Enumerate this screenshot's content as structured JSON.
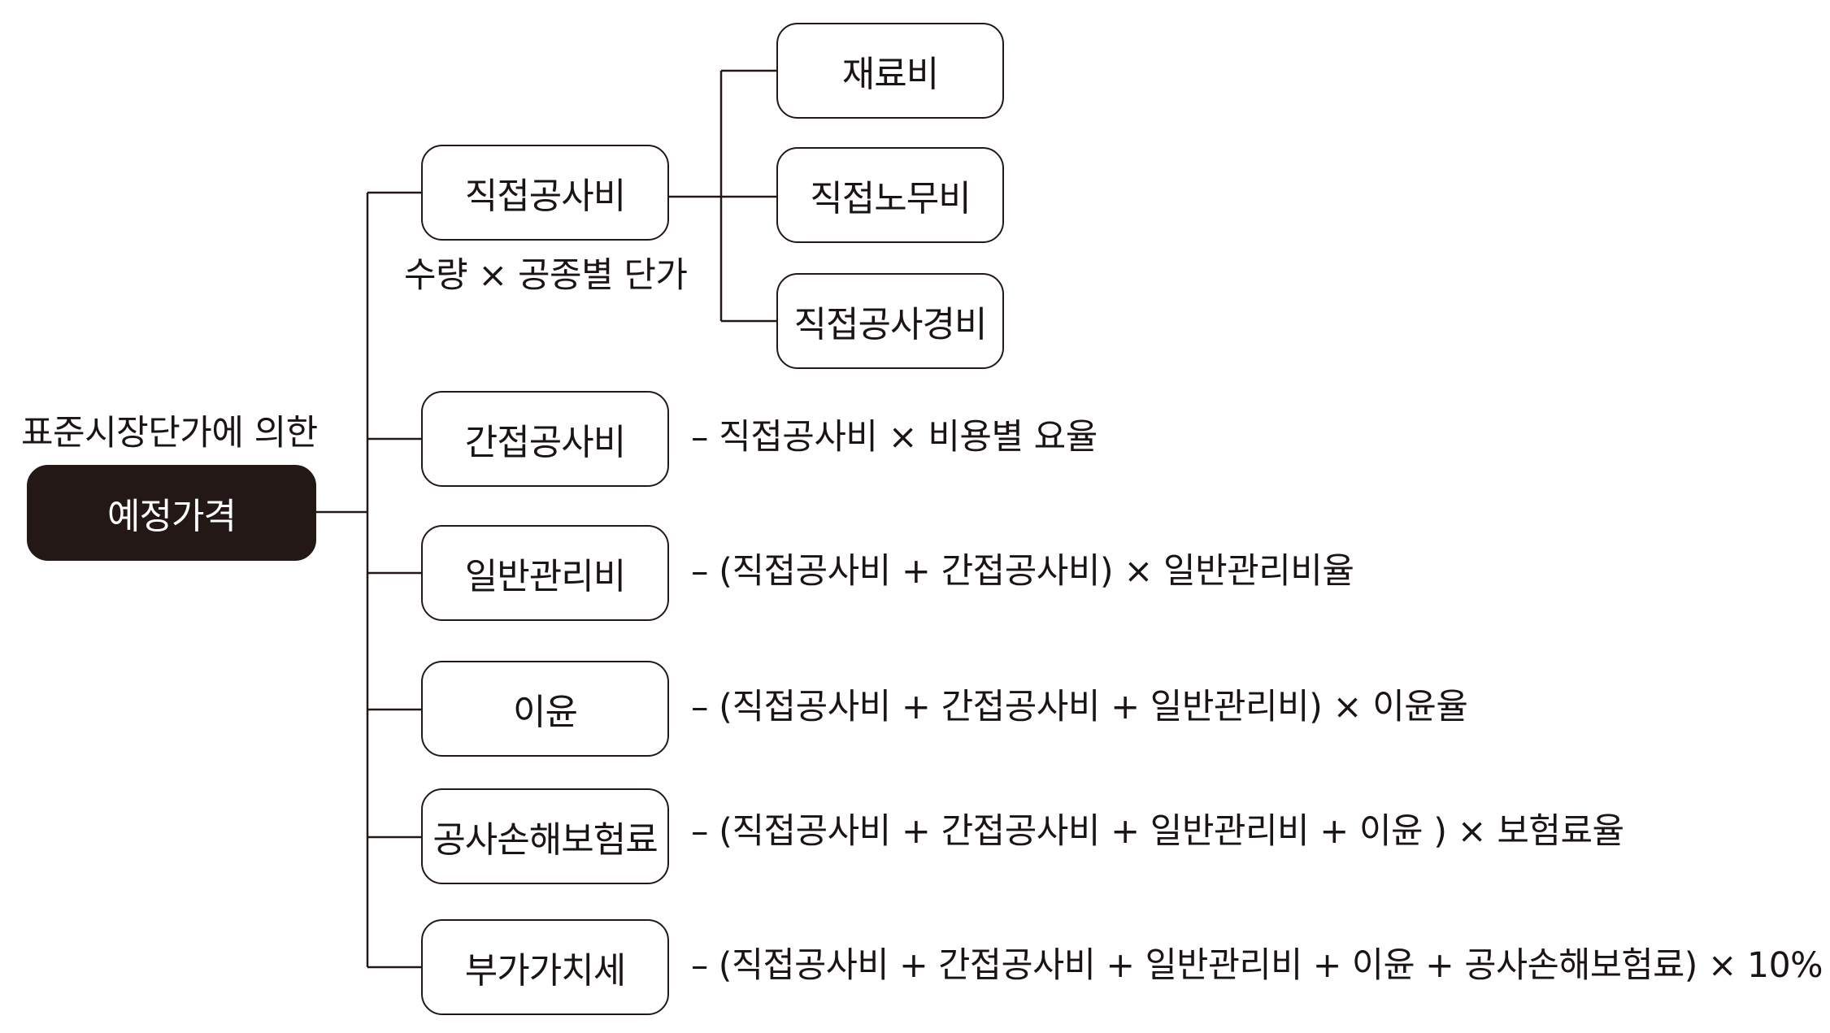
{
  "root": {
    "caption": "표준시장단가에 의한",
    "label": "예정가격"
  },
  "branches": {
    "direct": {
      "label": "직접공사비",
      "note": "수량 × 공종별 단가",
      "children": [
        "재료비",
        "직접노무비",
        "직접공사경비"
      ]
    },
    "indirect": {
      "label": "간접공사비",
      "formula": "– 직접공사비 × 비용별 요율"
    },
    "overhead": {
      "label": "일반관리비",
      "formula": "– (직접공사비 + 간접공사비) × 일반관리비율"
    },
    "profit": {
      "label": "이윤",
      "formula": "– (직접공사비 + 간접공사비 + 일반관리비) × 이윤율"
    },
    "insurance": {
      "label": "공사손해보험료",
      "formula": "– (직접공사비 + 간접공사비 + 일반관리비 + 이윤 ) × 보험료율"
    },
    "vat": {
      "label": "부가가치세",
      "formula": "– (직접공사비 + 간접공사비 + 일반관리비 + 이윤 + 공사손해보험료) × 10%"
    }
  }
}
